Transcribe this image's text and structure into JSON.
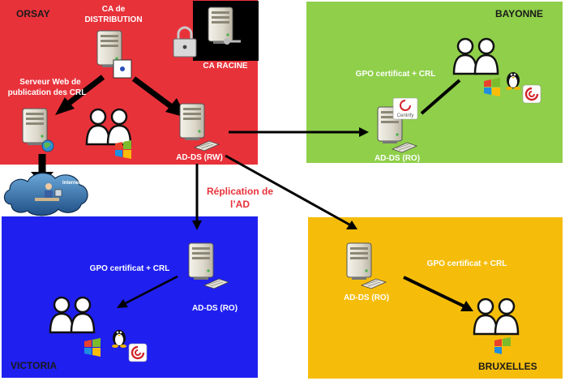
{
  "regions": {
    "orsay": {
      "label": "ORSAY",
      "color": "#e8323a"
    },
    "bayonne": {
      "label": "BAYONNE",
      "color": "#8fcf4a"
    },
    "victoria": {
      "label": "VICTORIA",
      "color": "#1f1ff0"
    },
    "bruxelles": {
      "label": "BRUXELLES",
      "color": "#f5bd0a"
    }
  },
  "labels": {
    "ca_distribution": [
      "CA de",
      "DISTRIBUTION"
    ],
    "ca_racine": "CA RACINE",
    "web_server": [
      "Serveur Web de",
      "publication des CRL"
    ],
    "internet": "Internet",
    "ad_rw": "AD-DS (RW)",
    "ad_ro_bayonne": "AD-DS (RO)",
    "ad_ro_victoria": "AD-DS (RO)",
    "ad_ro_bruxelles": "AD-DS (RO)",
    "gpo_bayonne": "GPO certificat + CRL",
    "gpo_victoria": "GPO certificat + CRL",
    "gpo_bruxelles": "GPO certificat + CRL",
    "replication": [
      "Réplication de",
      "l’AD"
    ],
    "centrify": "Centrify"
  },
  "colors": {
    "replication_text": "#e8323a",
    "arrow": "#000000",
    "server_body": "#e9e6dc",
    "user_fill": "#ffffff"
  },
  "icons": [
    "server-icon",
    "lock-icon",
    "key-icon",
    "certificate-icon",
    "users-icon",
    "windows-icon",
    "linux-icon",
    "centrify-icon",
    "cloud-icon",
    "globe-icon"
  ]
}
